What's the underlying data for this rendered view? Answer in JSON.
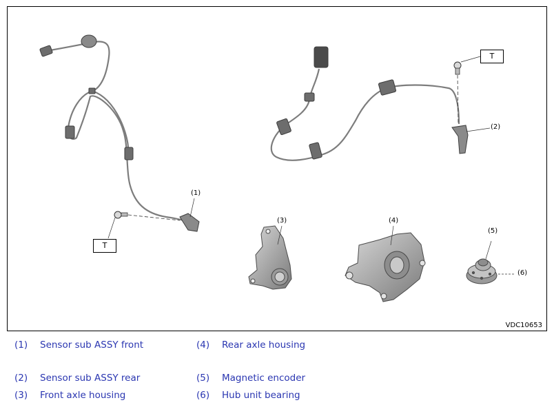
{
  "figure": {
    "figure_id": "VDC10653",
    "torque_mark": "T",
    "callouts": [
      "(1)",
      "(2)",
      "(3)",
      "(4)",
      "(5)",
      "(6)"
    ]
  },
  "legend": [
    {
      "num": "(1)",
      "label": "Sensor sub ASSY front"
    },
    {
      "num": "(2)",
      "label": "Sensor sub ASSY rear"
    },
    {
      "num": "(3)",
      "label": "Front axle housing"
    },
    {
      "num": "(4)",
      "label": "Rear axle housing"
    },
    {
      "num": "(5)",
      "label": "Magnetic encoder"
    },
    {
      "num": "(6)",
      "label": "Hub unit bearing"
    }
  ],
  "colors": {
    "legend_text": "#2a36b1",
    "frame": "#000000",
    "part_gray": "#8a8a8a"
  }
}
